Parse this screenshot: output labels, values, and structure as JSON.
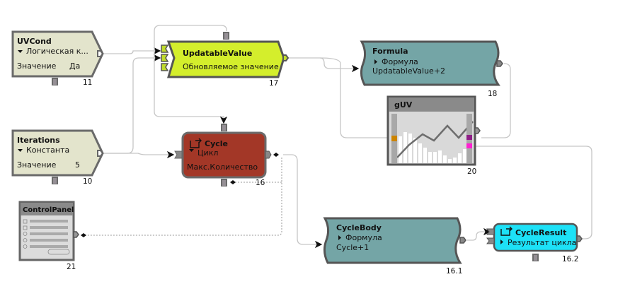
{
  "nodes": {
    "uvcond": {
      "title": "UVCond",
      "type": "Логическая к...",
      "field_label": "Значение",
      "field_value": "Да",
      "id": "11",
      "color": "#e3e4cc"
    },
    "iterations": {
      "title": "Iterations",
      "type": "Константа",
      "field_label": "Значение",
      "field_value": "5",
      "id": "10",
      "color": "#e3e4cc"
    },
    "updatable": {
      "title": "UpdatableValue",
      "subtitle": "Обновляемое значение",
      "id": "17",
      "color": "#d4ee2c"
    },
    "cycle": {
      "title": "Cycle",
      "type": "Цикл",
      "field_label": "Макс.Количество",
      "id": "16",
      "color": "#a33727"
    },
    "formula": {
      "title": "Formula",
      "type": "Формула",
      "expression": "UpdatableValue+2",
      "id": "18",
      "color": "#74a5a6"
    },
    "guv": {
      "title": "gUV",
      "id": "20"
    },
    "controlpanel": {
      "title": "ControlPanel",
      "id": "21"
    },
    "cyclebody": {
      "title": "CycleBody",
      "type": "Формула",
      "expression": "Cycle+1",
      "id": "16.1",
      "color": "#74a5a6"
    },
    "cycleresult": {
      "title": "CycleResult",
      "type": "Результат цикла",
      "id": "16.2",
      "color": "#1de1f7"
    }
  },
  "icons": {
    "doc": "document-icon",
    "loop": "loop-icon",
    "expand": "triangle-icon",
    "port": "port-icon"
  }
}
